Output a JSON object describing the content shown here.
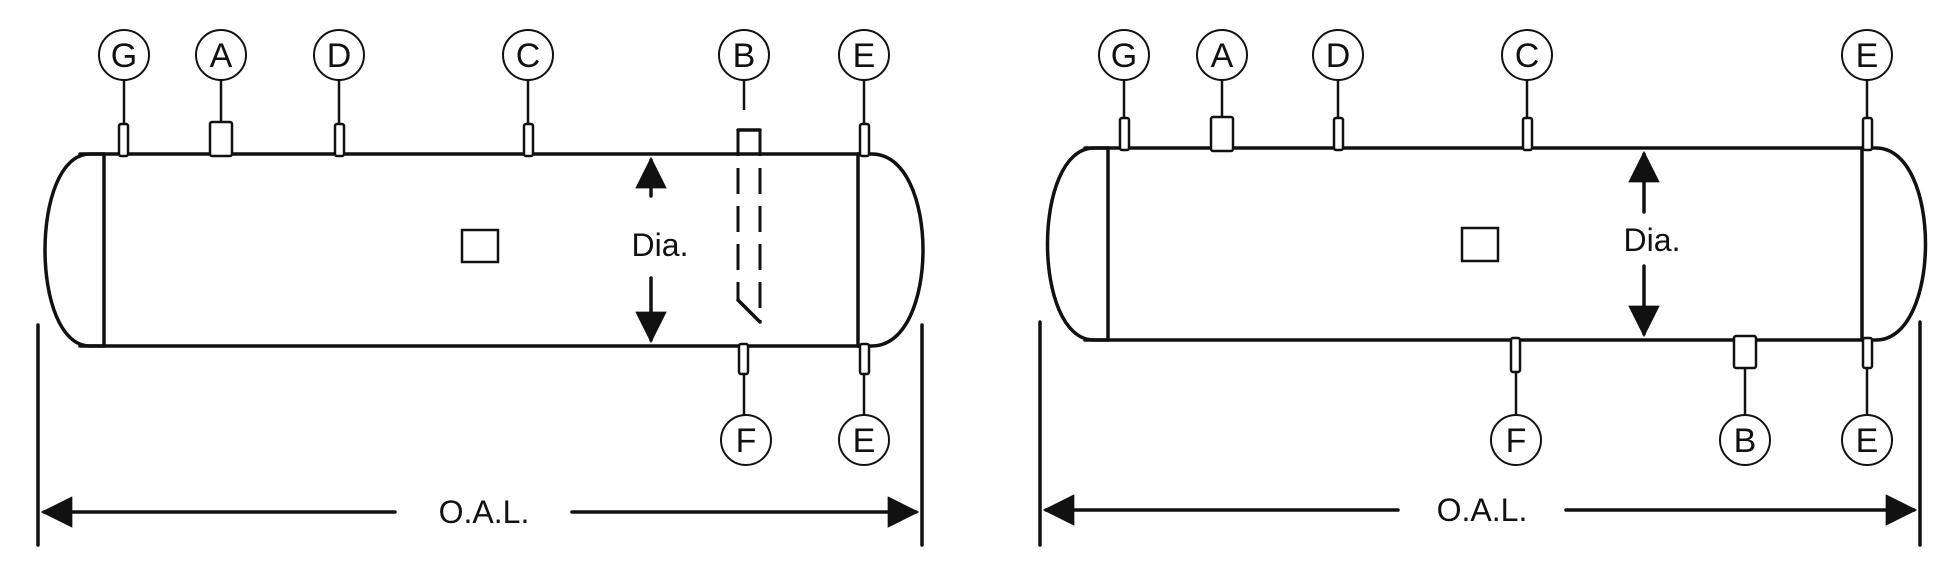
{
  "left_tank": {
    "labels": {
      "G": "G",
      "A": "A",
      "D": "D",
      "C": "C",
      "B": "B",
      "E_top": "E",
      "F": "F",
      "E_bottom": "E"
    },
    "dia_label": "Dia.",
    "oal_label": "O.A.L."
  },
  "right_tank": {
    "labels": {
      "G": "G",
      "A": "A",
      "D": "D",
      "C": "C",
      "E_top": "E",
      "F": "F",
      "B": "B",
      "E_bottom": "E"
    },
    "dia_label": "Dia.",
    "oal_label": "O.A.L."
  },
  "colors": {
    "line": "#111111",
    "background": "#ffffff"
  }
}
